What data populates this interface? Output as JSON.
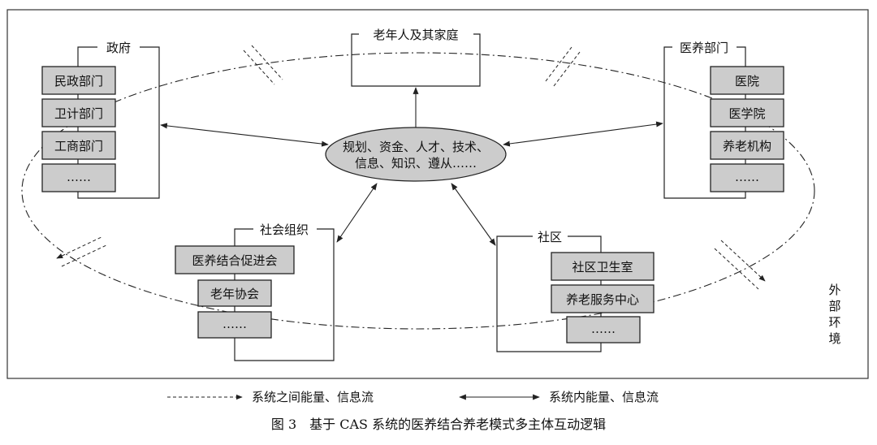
{
  "groups": {
    "government": {
      "title": "政府",
      "items": [
        "民政部门",
        "卫计部门",
        "工商部门",
        "……"
      ]
    },
    "elderly": {
      "title": "老年人及其家庭"
    },
    "medical": {
      "title": "医养部门",
      "items": [
        "医院",
        "医学院",
        "养老机构",
        "……"
      ]
    },
    "social_org": {
      "title": "社会组织",
      "items": [
        "医养结合促进会",
        "老年协会",
        "……"
      ]
    },
    "community": {
      "title": "社区",
      "items": [
        "社区卫生室",
        "养老服务中心",
        "……"
      ]
    }
  },
  "center": {
    "line1": "规划、资金、人才、技术、",
    "line2": "信息、知识、遵从……"
  },
  "environment": {
    "chars": [
      "外",
      "部",
      "环",
      "境"
    ]
  },
  "legend": {
    "between_systems": "系统之间能量、信息流",
    "within_system": "系统内能量、信息流"
  },
  "caption": "图 3　基于 CAS 系统的医养结合养老模式多主体互动逻辑"
}
